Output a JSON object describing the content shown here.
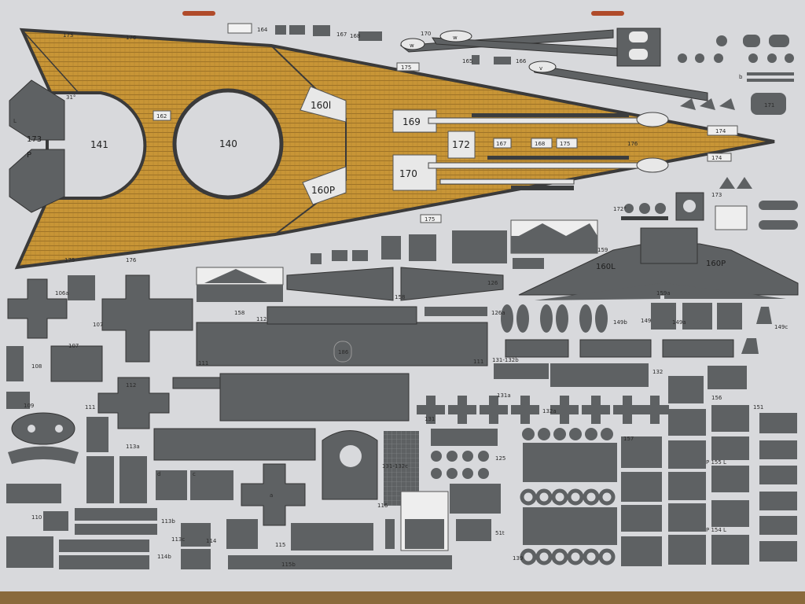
{
  "colors": {
    "paper": "#d8d9dc",
    "part_gray": "#5e6163",
    "deck_wood": "#c89536",
    "outline": "#2f2f2f",
    "table": "#8a6a3c"
  },
  "labels": {
    "d_141": "141",
    "d_140": "140",
    "d_160l": "160l",
    "d_160p": "160P",
    "d_162": "162",
    "d_169": "169",
    "d_172": "172",
    "d_170": "170",
    "d_167": "167",
    "d_168": "168",
    "d_175": "175",
    "d_176": "176",
    "d_174": "174",
    "d_173": "173",
    "d_171": "171",
    "d_164": "164",
    "d_165": "165",
    "d_166": "166",
    "d_159": "159",
    "d_158": "158",
    "d_126": "126",
    "d_126a": "126a",
    "d_149": "149",
    "d_149a": "149a",
    "d_149b": "149b",
    "d_149c": "149c",
    "d_112": "112",
    "d_111": "111",
    "d_186": "186",
    "d_107": "107",
    "d_108": "108",
    "d_106a": "106a",
    "d_113a": "113a",
    "d_113b": "113b",
    "d_113c": "113c",
    "d_114": "114",
    "d_114b": "114b",
    "d_115": "115",
    "d_115b": "115b",
    "d_116": "116",
    "d_110": "110",
    "d_109": "109",
    "d_131": "131",
    "d_131a": "131a",
    "d_131_132b": "131-132b",
    "d_131_132c": "131-132c",
    "d_132": "132",
    "d_132a": "132a",
    "d_125": "125",
    "d_157": "157",
    "d_156": "156",
    "d_151": "151",
    "d_155l": "P 155 L",
    "d_154": "P 154 L",
    "d_139": "139",
    "d_51t": "51t",
    "d_w": "w",
    "d_v": "v",
    "d_a": "a",
    "d_d": "d",
    "d_c": "c",
    "d_b": "b",
    "d_l": "L",
    "d_p": "P",
    "d_deg31": "31°",
    "d_deg172": "172°",
    "d_160p2": "160P",
    "d_160l2": "160L",
    "d_159a": "159a"
  }
}
